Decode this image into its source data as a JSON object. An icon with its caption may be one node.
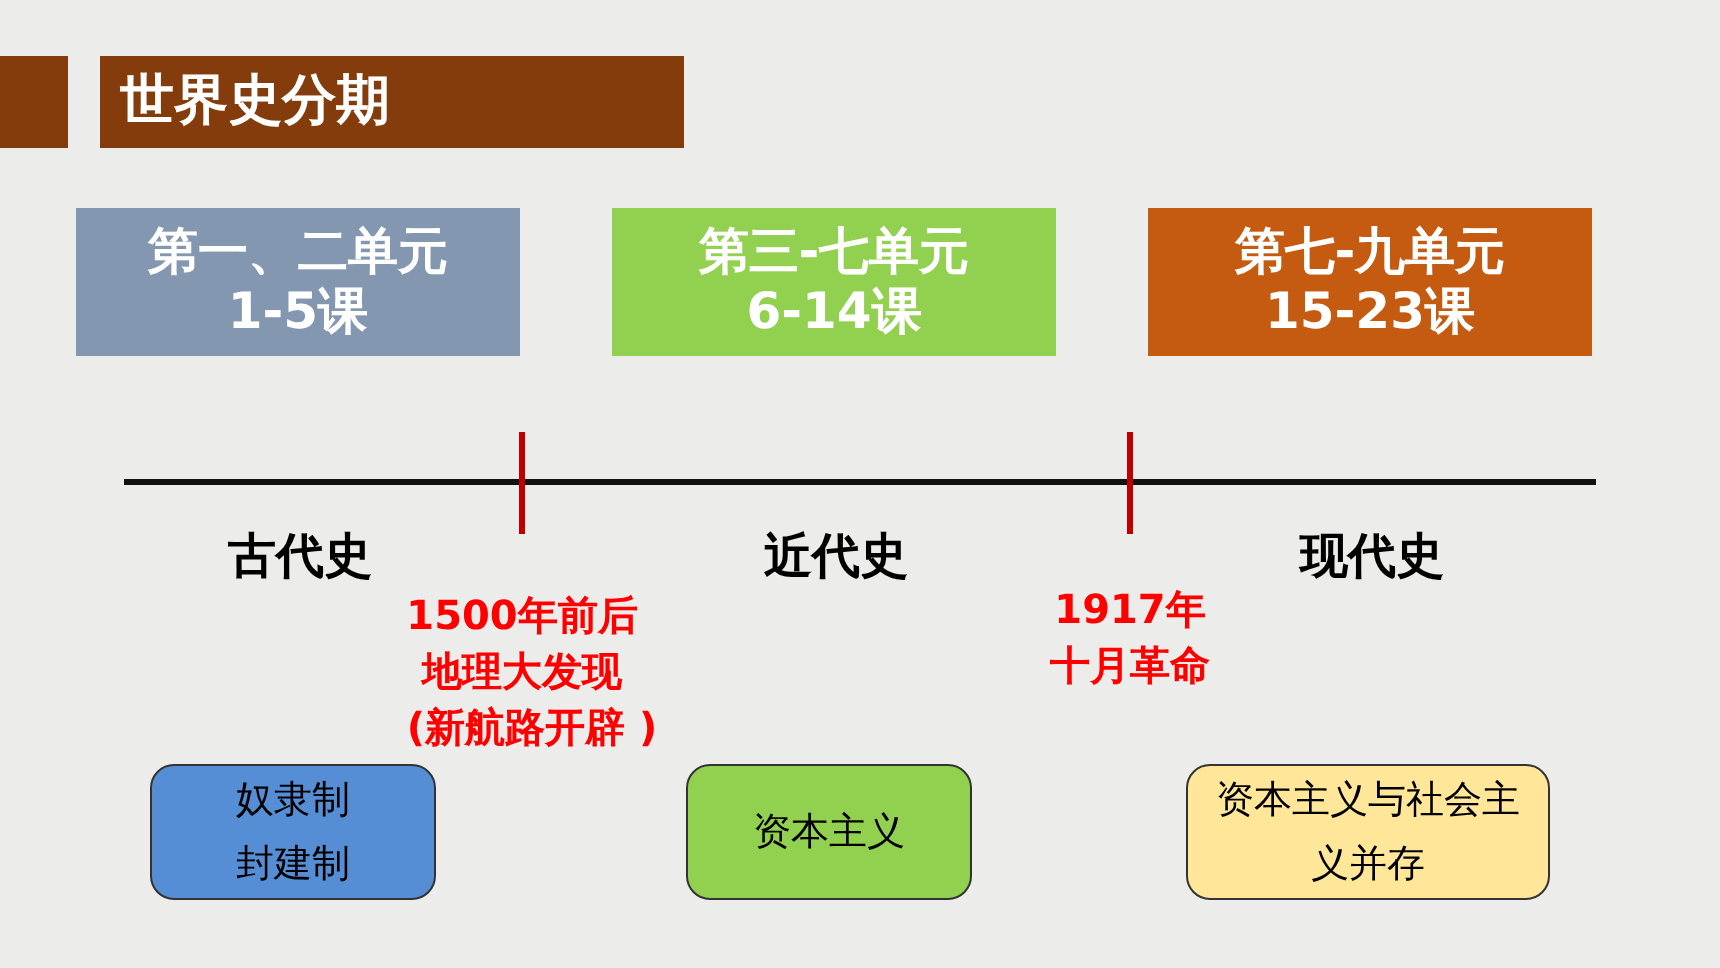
{
  "diagram": {
    "title": "世界史分期",
    "nodes": [
      {
        "text": [
          "第一、二单元",
          "1-5课"
        ]
      },
      {
        "text": [
          "第三-七单元",
          "6-14课"
        ]
      },
      {
        "text": [
          "第七-九单元",
          "15-23课"
        ]
      },
      {
        "text": [
          "奴隶制",
          "封建制"
        ]
      },
      {
        "text": [
          "资本主义"
        ]
      },
      {
        "text": [
          "资本主义与社会主义并存"
        ]
      }
    ],
    "labels": [
      "古代史",
      "近代史",
      "现代史",
      "1500年前后",
      "地理大发现",
      "(新航路开辟 )",
      "1917年",
      "十月革命"
    ]
  }
}
